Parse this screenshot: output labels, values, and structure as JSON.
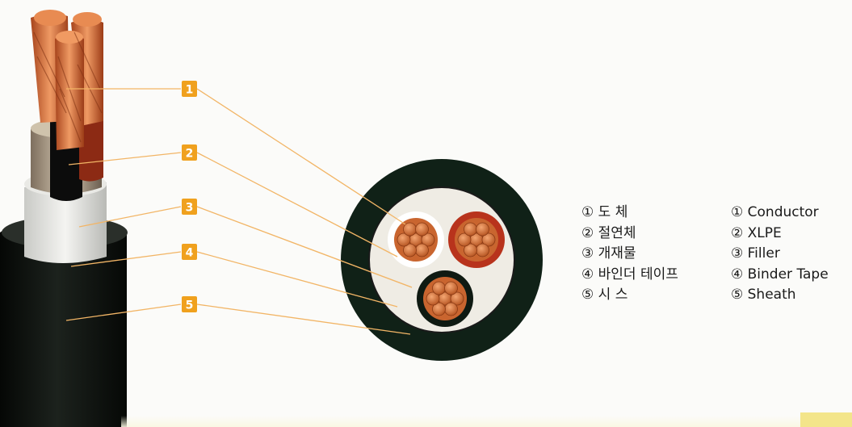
{
  "callouts": [
    {
      "num": "1",
      "color": "#f0a11e"
    },
    {
      "num": "2",
      "color": "#f0a11e"
    },
    {
      "num": "3",
      "color": "#f0a11e"
    },
    {
      "num": "4",
      "color": "#f0a11e"
    },
    {
      "num": "5",
      "color": "#f0a11e"
    }
  ],
  "legend_korean": [
    "① 도  체",
    "② 절연체",
    "③ 개재물",
    "④ 바인더 테이프",
    "⑤ 시  스"
  ],
  "legend_english": [
    "① Conductor",
    "② XLPE",
    "③ Filler",
    "④ Binder Tape",
    "⑤ Sheath"
  ],
  "colors": {
    "copper": "#d9743f",
    "sheath": "#101510",
    "filler": "#efece4",
    "insulation_white": "#ffffff",
    "insulation_red": "#b8331c",
    "leader_line": "#f2b566"
  }
}
